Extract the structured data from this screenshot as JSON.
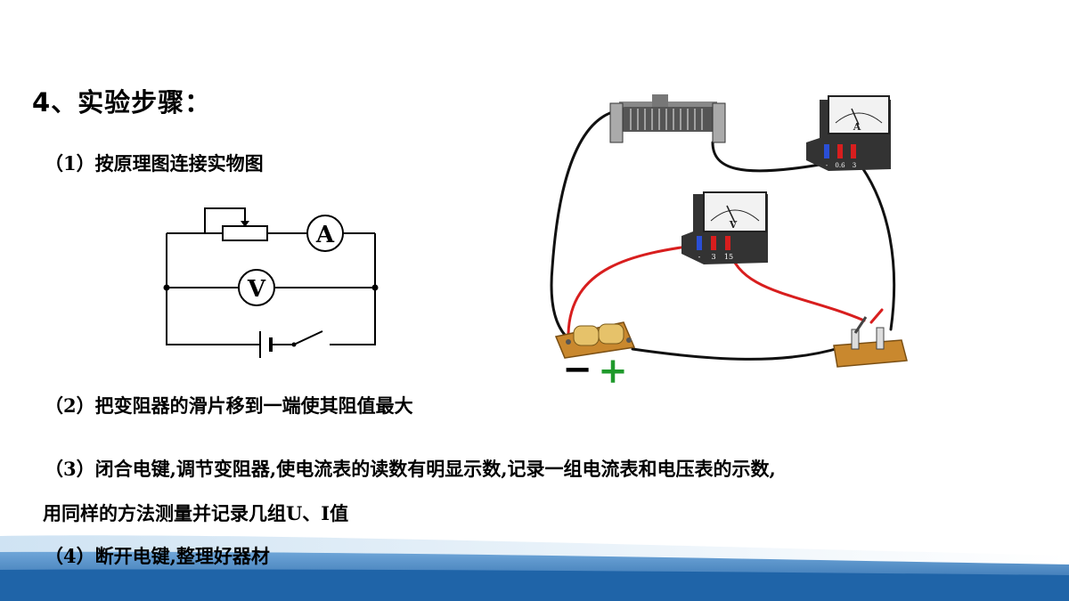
{
  "title": "4、实验步骤：",
  "steps": {
    "s1": "（1）按原理图连接实物图",
    "s2": "（2）把变阻器的滑片移到一端使其阻值最大",
    "s3_line1": "（3）闭合电键,调节变阻器,使电流表的读数有明显示数,记录一组电流表和电压表的示数,",
    "s3_line2": "用同样的方法测量并记录几组U、I值",
    "s4": "（4）断开电键,整理好器材"
  },
  "schematic": {
    "ammeter_label": "A",
    "voltmeter_label": "V"
  },
  "apparatus": {
    "ammeter_label": "A",
    "voltmeter_label": "V",
    "ammeter_terminals": [
      "-",
      "0.6",
      "3"
    ],
    "voltmeter_terminals": [
      "-",
      "3",
      "15"
    ],
    "battery_negative": "−",
    "battery_positive": "+"
  },
  "colors": {
    "wire_black": "#111111",
    "wire_red": "#d81e1e",
    "plus_green": "#1f9a2b",
    "footer_blue": "#1f64a8",
    "wood": "#c9882e"
  }
}
